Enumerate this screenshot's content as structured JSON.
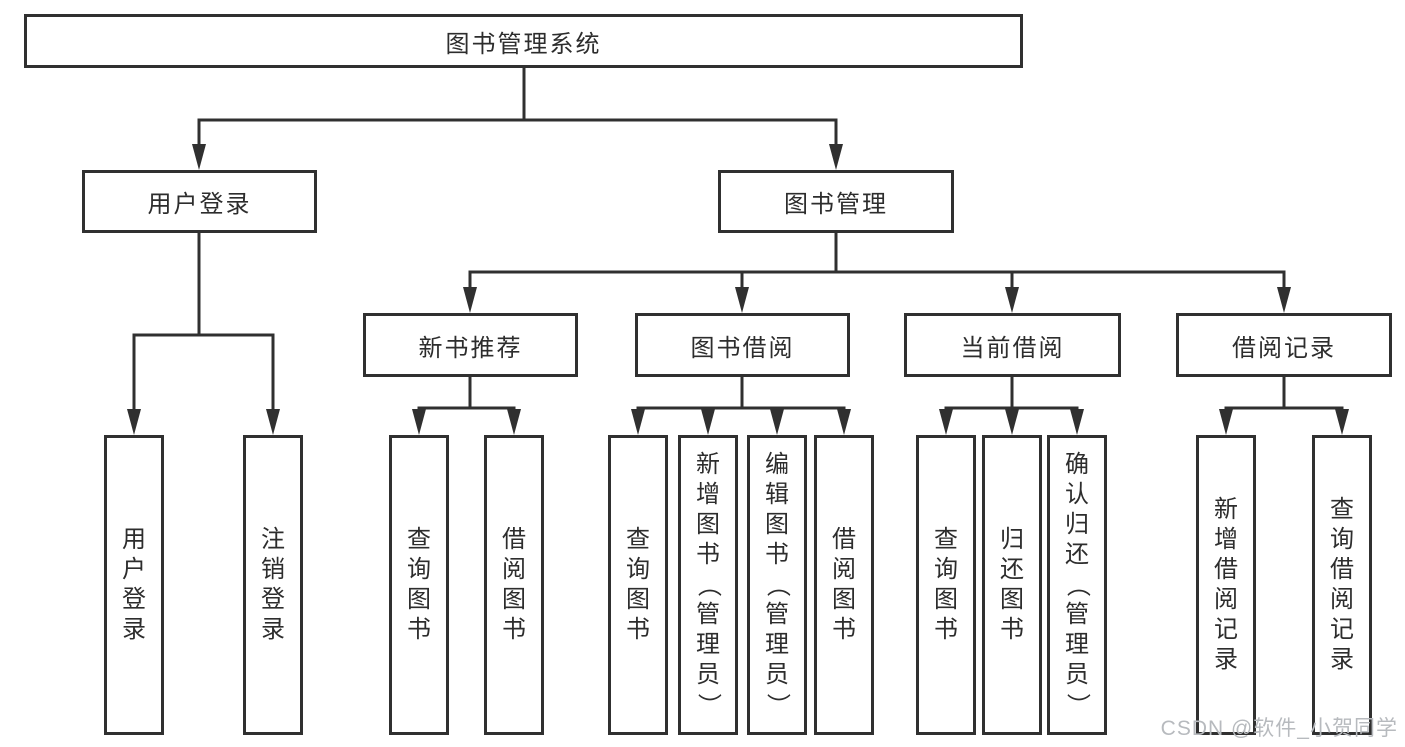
{
  "tree": {
    "root": "图书管理系统",
    "branches": [
      {
        "label": "用户登录",
        "leaves": [
          "用户登录",
          "注销登录"
        ]
      },
      {
        "label": "图书管理",
        "groups": [
          {
            "label": "新书推荐",
            "leaves": [
              "查询图书",
              "借阅图书"
            ]
          },
          {
            "label": "图书借阅",
            "leaves": [
              "查询图书",
              "新增图书（管理员）",
              "编辑图书（管理员）",
              "借阅图书"
            ]
          },
          {
            "label": "当前借阅",
            "leaves": [
              "查询图书",
              "归还图书",
              "确认归还（管理员）"
            ]
          },
          {
            "label": "借阅记录",
            "leaves": [
              "新增借阅记录",
              "查询借阅记录"
            ]
          }
        ]
      }
    ]
  },
  "watermark": {
    "text": "CSDN @软件_小贺同学"
  },
  "colors": {
    "stroke": "#303030",
    "text": "#2d2d2d",
    "watermark": "#b7babe",
    "background": "#ffffff"
  }
}
